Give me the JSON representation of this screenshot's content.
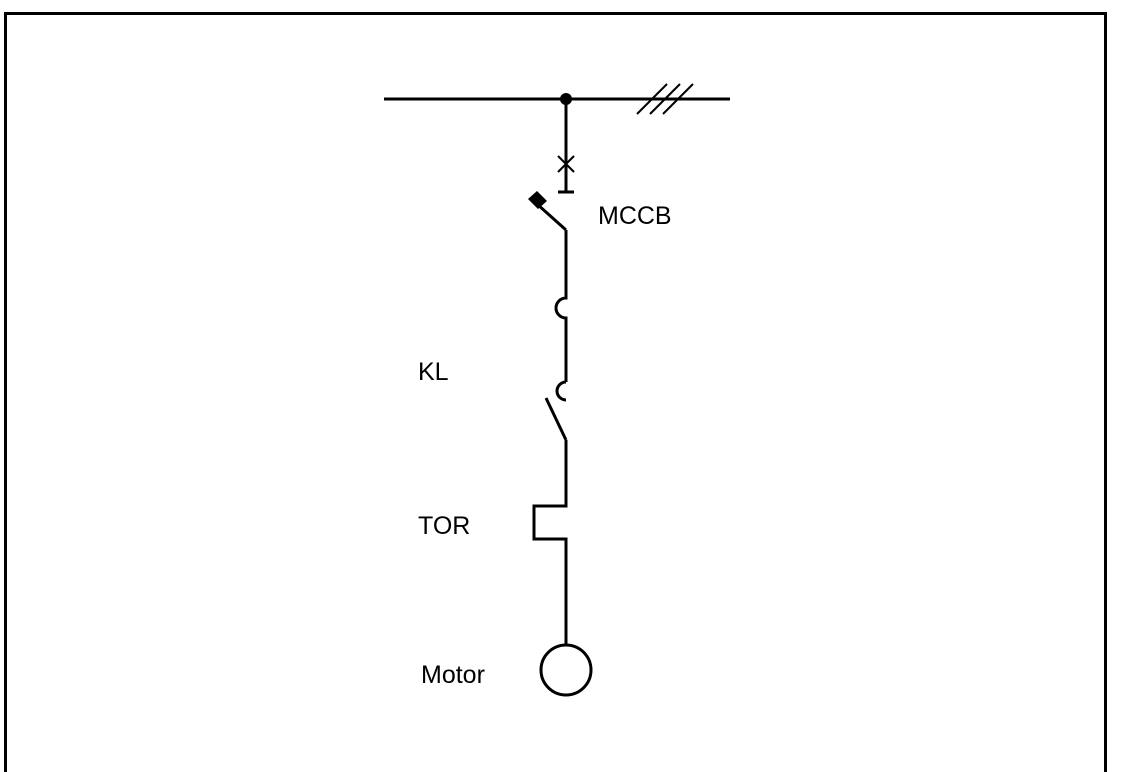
{
  "diagram": {
    "type": "single-line motor starter circuit",
    "labels": {
      "breaker": "MCCB",
      "contactor": "KL",
      "overload": "TOR",
      "motor": "Motor"
    },
    "bus": {
      "phases": 3,
      "description": "three-phase busbar"
    },
    "colors": {
      "line": "#000000",
      "background": "#ffffff"
    }
  }
}
